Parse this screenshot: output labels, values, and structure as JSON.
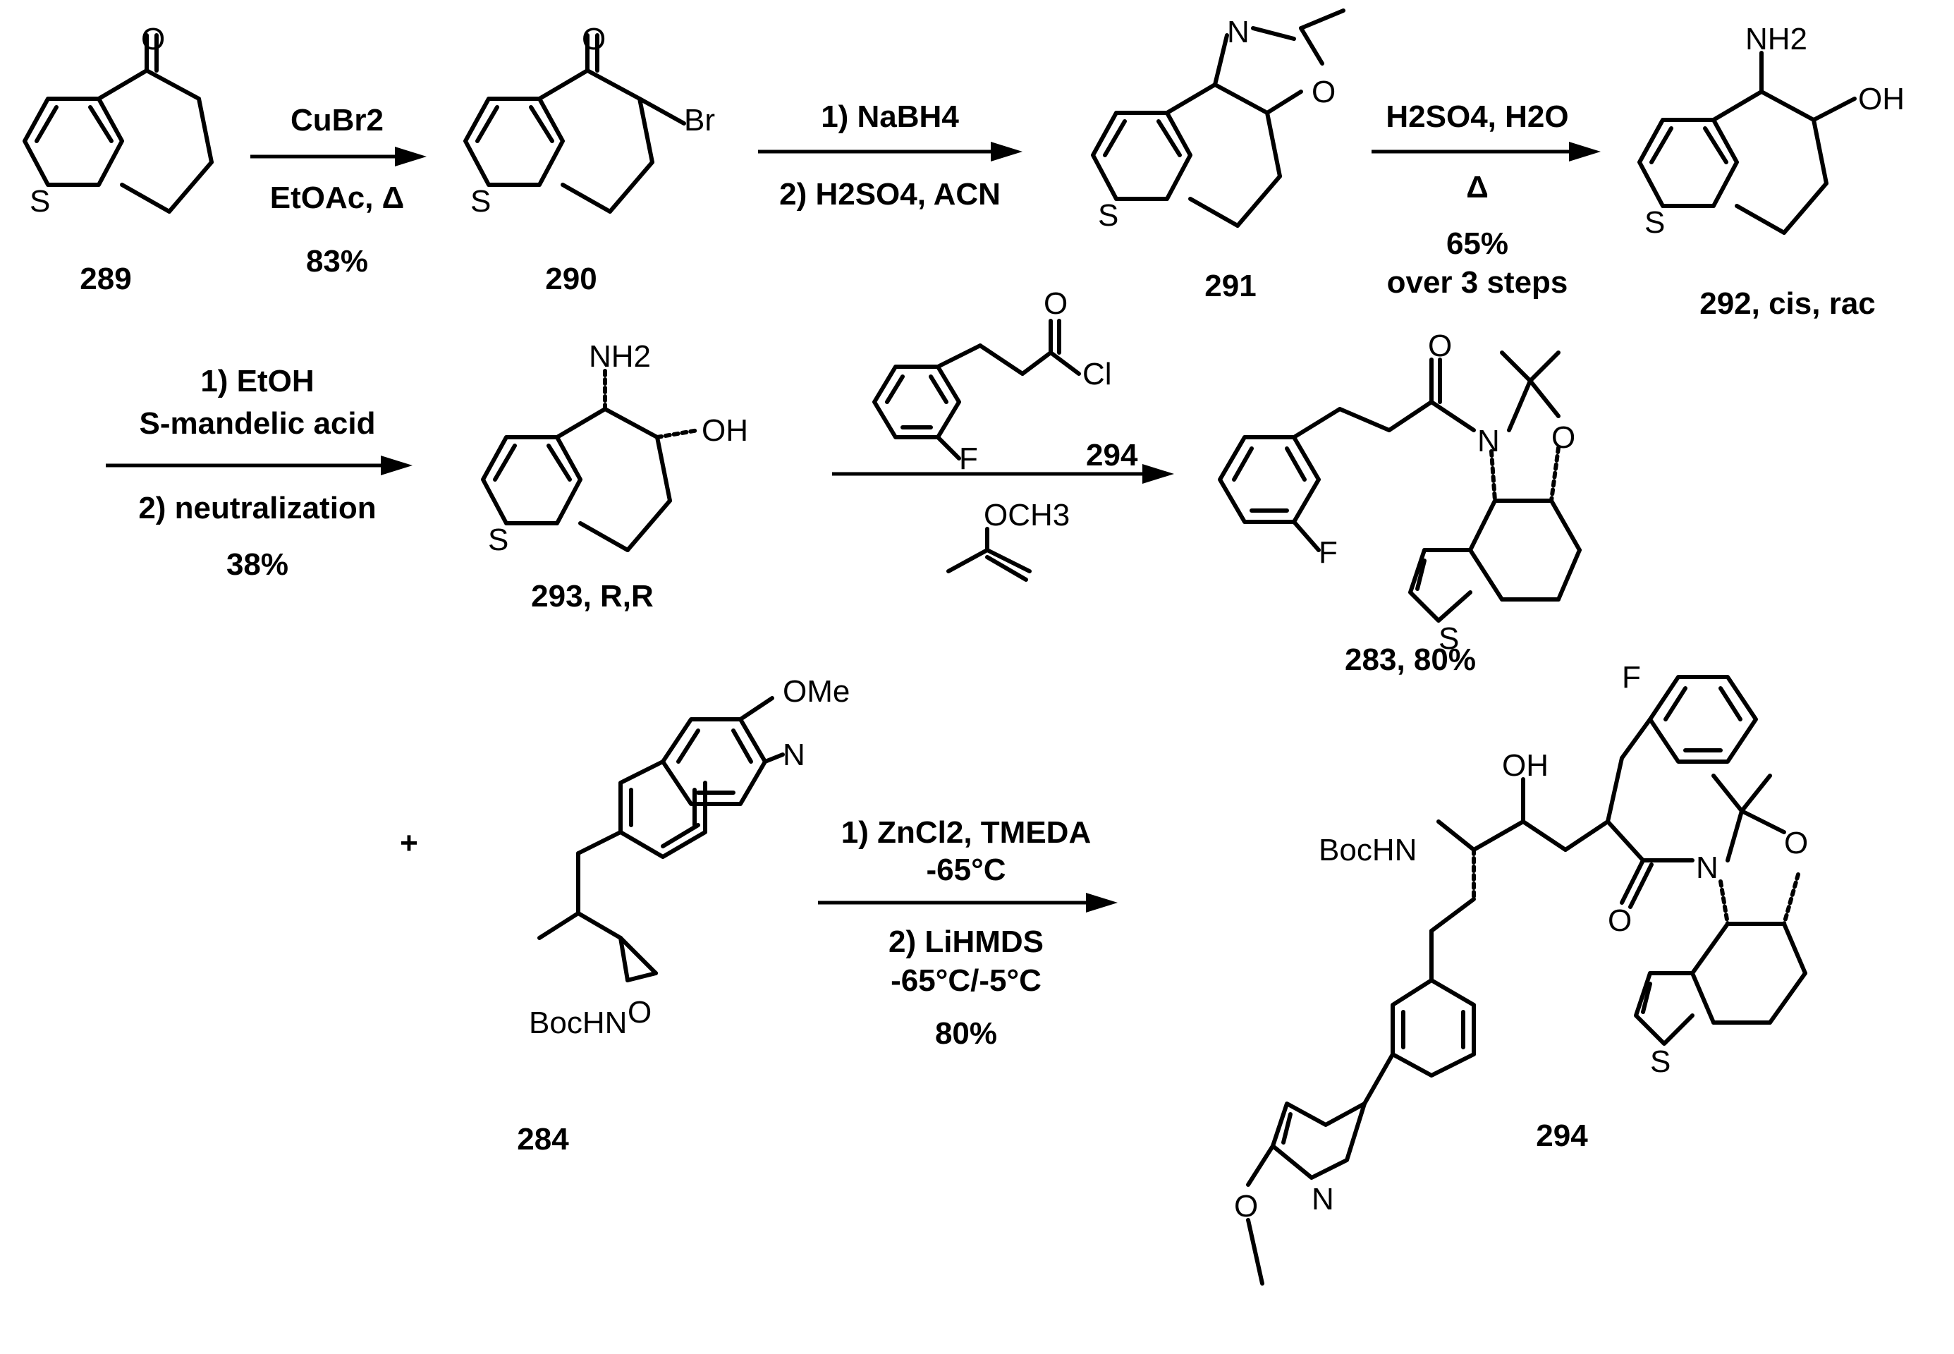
{
  "scheme": {
    "compounds": {
      "c289": "289",
      "c290": "290",
      "c291": "291",
      "c292": "292, cis, rac",
      "c293": "293, R,R",
      "c294_reagent": "294",
      "c283": "283, 80%",
      "c284": "284",
      "c294_product": "294"
    },
    "conditions": {
      "step1": {
        "above": "CuBr2",
        "below": "EtOAc, Δ",
        "yield": "83%"
      },
      "step2": {
        "above": "1) NaBH4",
        "below": "2) H2SO4, ACN"
      },
      "step3": {
        "above": "H2SO4, H2O",
        "below": "Δ",
        "yield": "65%",
        "note": "over 3 steps"
      },
      "step4": {
        "line1": "1) EtOH",
        "line2": "S-mandelic acid",
        "below": "2) neutralization",
        "yield": "38%"
      },
      "step5": {
        "reagent_label": "294",
        "additive": "OCH3"
      },
      "step6": {
        "line1": "1) ZnCl2, TMEDA",
        "line2": "-65°C",
        "line3": "2) LiHMDS",
        "line4": "-65°C/-5°C",
        "yield": "80%"
      }
    },
    "plus": "+",
    "atoms": {
      "O": "O",
      "S": "S",
      "N": "N",
      "F": "F",
      "Br": "Br",
      "OH": "OH",
      "NH2": "NH2",
      "Cl": "Cl",
      "OMe": "OMe",
      "BocHN": "BocHN"
    }
  }
}
